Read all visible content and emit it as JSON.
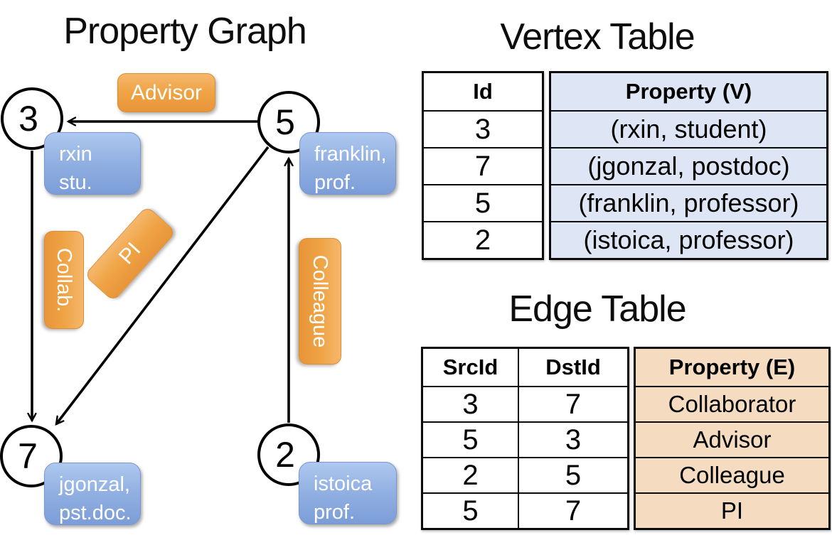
{
  "graph": {
    "title": "Property Graph",
    "nodes": [
      {
        "label": "3"
      },
      {
        "label": "5"
      },
      {
        "label": "7"
      },
      {
        "label": "2"
      }
    ],
    "vertex_props": [
      {
        "line1": "rxin",
        "line2": "stu."
      },
      {
        "line1": "franklin,",
        "line2": "prof."
      },
      {
        "line1": "jgonzal,",
        "line2": "pst.doc."
      },
      {
        "line1": "istoica",
        "line2": "prof."
      }
    ],
    "edge_labels": {
      "advisor": "Advisor",
      "collab": "Collab.",
      "pi": "PI",
      "colleague": "Colleague"
    }
  },
  "vertex_table": {
    "title": "Vertex Table",
    "col_id": "Id",
    "col_property": "Property (V)",
    "rows": [
      {
        "id": "3",
        "property": "(rxin, student)"
      },
      {
        "id": "7",
        "property": "(jgonzal, postdoc)"
      },
      {
        "id": "5",
        "property": "(franklin, professor)"
      },
      {
        "id": "2",
        "property": "(istoica, professor)"
      }
    ]
  },
  "edge_table": {
    "title": "Edge Table",
    "col_src": "SrcId",
    "col_dst": "DstId",
    "col_property": "Property (E)",
    "rows": [
      {
        "src": "3",
        "dst": "7",
        "property": "Collaborator"
      },
      {
        "src": "5",
        "dst": "3",
        "property": "Advisor"
      },
      {
        "src": "2",
        "dst": "5",
        "property": "Colleague"
      },
      {
        "src": "5",
        "dst": "7",
        "property": "PI"
      }
    ]
  },
  "colors": {
    "edge_label_orange": "#efa344",
    "vertex_prop_blue": "#8fb0e4",
    "vertex_table_fill": "#dee6f5",
    "edge_table_fill": "#f5dcc1",
    "line_black": "#000000"
  }
}
